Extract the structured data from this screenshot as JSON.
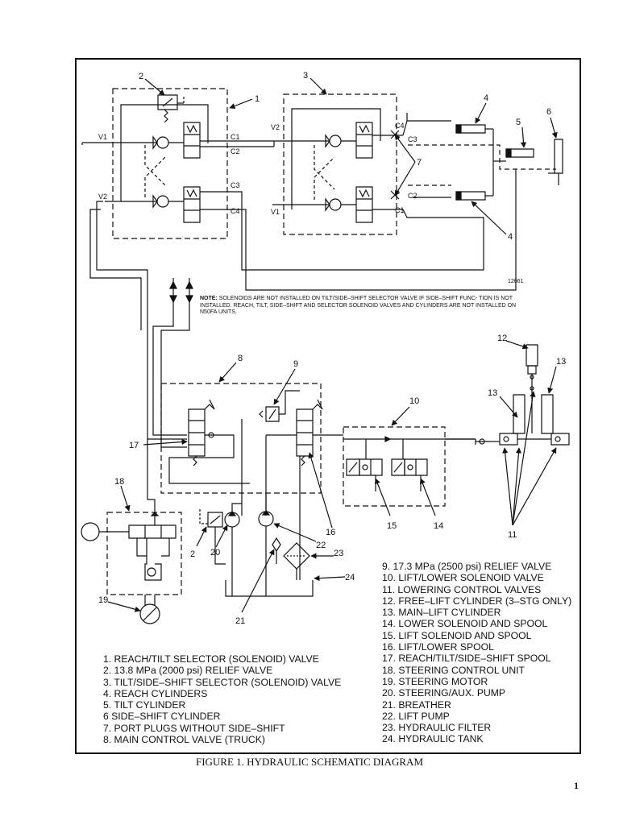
{
  "caption": "FIGURE 1. HYDRAULIC SCHEMATIC DIAGRAM",
  "page_number": "1",
  "drawing_number": "12661",
  "note": {
    "label": "NOTE:",
    "text": " SOLENOIDS ARE NOT INSTALLED ON TILT/SIDE–SHIFT SELECTOR VALVE IF SIDE–SHIFT FUNC- TION IS NOT INSTALLED. REACH, TILT, SIDE–SHIFT AND SELECTOR SOLENOID VALVES AND CYLINDERS ARE NOT INSTALLED ON N50FA UNITS."
  },
  "port_labels": {
    "v1": "V1",
    "v2": "V2",
    "c1": "C1",
    "c2": "C2",
    "c3": "C3",
    "c4": "C4"
  },
  "callouts": [
    "1",
    "2",
    "3",
    "4",
    "5",
    "6",
    "7",
    "8",
    "9",
    "10",
    "11",
    "12",
    "13",
    "14",
    "15",
    "16",
    "17",
    "18",
    "19",
    "20",
    "21",
    "22",
    "23",
    "24"
  ],
  "legend_left": [
    "1. REACH/TILT SELECTOR (SOLENOID) VALVE",
    "2. 13.8 MPa (2000 psi) RELIEF VALVE",
    "3. TILT/SIDE–SHIFT SELECTOR (SOLENOID) VALVE",
    "4. REACH CYLINDERS",
    "5. TILT CYLINDER",
    "6  SIDE–SHIFT CYLINDER",
    "7. PORT PLUGS WITHOUT SIDE–SHIFT",
    "8. MAIN CONTROL VALVE (TRUCK)"
  ],
  "legend_right": [
    "9. 17.3 MPa (2500 psi) RELIEF VALVE",
    "10. LIFT/LOWER SOLENOID VALVE",
    "11. LOWERING CONTROL VALVES",
    "12. FREE–LIFT CYLINDER (3–STG ONLY)",
    "13. MAIN–LIFT CYLINDER",
    "14. LOWER SOLENOID AND SPOOL",
    "15. LIFT SOLENOID AND SPOOL",
    "16. LIFT/LOWER SPOOL",
    "17. REACH/TILT/SIDE–SHIFT SPOOL",
    "18. STEERING CONTROL UNIT",
    "19. STEERING MOTOR",
    "20. STEERING/AUX. PUMP",
    "21. BREATHER",
    "22. LIFT PUMP",
    "23. HYDRAULIC FILTER",
    "24. HYDRAULIC TANK"
  ]
}
